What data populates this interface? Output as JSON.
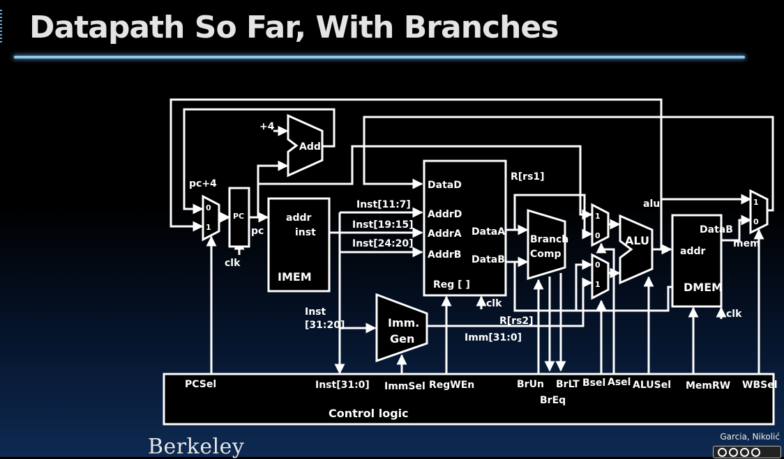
{
  "slide": {
    "title": "Datapath So Far, With Branches",
    "footer_logo": "Berkeley",
    "credit": "Garcia, Nikolić"
  },
  "colors": {
    "background": "#000000",
    "accent_rule": "#8fc7ee",
    "foreground": "#ffffff"
  },
  "icons": [
    "creative-commons-badge-icon"
  ],
  "diagram": {
    "pc_mux": {
      "input0": "0",
      "input1": "1",
      "label_top": "pc+4"
    },
    "pc": {
      "label": "PC",
      "output": "pc",
      "clk": "clk"
    },
    "adder": {
      "label": "Add",
      "const": "+4"
    },
    "imem": {
      "name": "IMEM",
      "addr": "addr",
      "inst": "inst"
    },
    "fields": {
      "rd": "Inst[11:7]",
      "rs1": "Inst[19:15]",
      "rs2": "Inst[24:20]",
      "imm_in_1": "Inst",
      "imm_in_2": "[31:20]"
    },
    "regfile": {
      "name": "Reg [ ]",
      "datad": "DataD",
      "addrd": "AddrD",
      "addra": "AddrA",
      "addrb": "AddrB",
      "dataa": "DataA",
      "datab": "DataB",
      "clk": "clk"
    },
    "signals": {
      "rs1": "R[rs1]",
      "rs2": "R[rs2]",
      "imm": "Imm[31:0]",
      "alu": "alu",
      "mem": "mem"
    },
    "immgen": {
      "line1": "Imm.",
      "line2": "Gen"
    },
    "branch_comp": {
      "line1": "Branch",
      "line2": "Comp"
    },
    "a_mux": {
      "top": "1",
      "bottom": "0"
    },
    "b_mux": {
      "top": "0",
      "bottom": "1"
    },
    "alu": {
      "label": "ALU"
    },
    "dmem": {
      "name": "DMEM",
      "addr": "addr",
      "datab": "DataB",
      "clk": "clk"
    },
    "wb_mux": {
      "top": "1",
      "bottom": "0"
    },
    "control": {
      "label": "Control logic",
      "pcsel": "PCSel",
      "inst": "Inst[31:0]",
      "immsel": "ImmSel",
      "regwen": "RegWEn",
      "brun": "BrUn",
      "breq": "BrEq",
      "brlt": "BrLT",
      "bsel": "Bsel",
      "asel": "Asel",
      "alusel": "ALUSel",
      "memrw": "MemRW",
      "wbsel": "WBSel"
    }
  }
}
